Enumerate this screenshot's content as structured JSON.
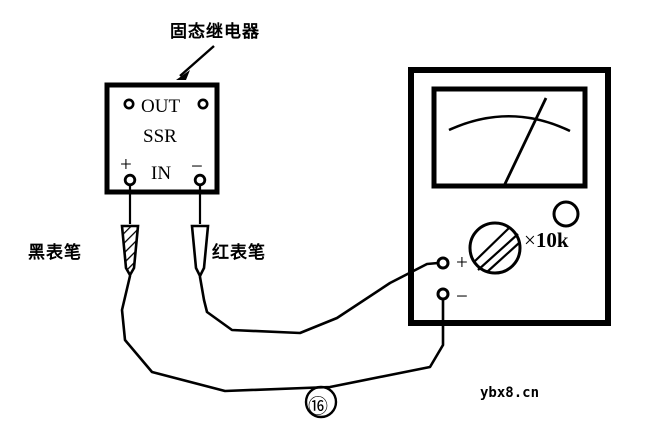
{
  "figure": {
    "title_cn": "固态继电器",
    "number": "⑯",
    "watermark": "ybx8.cn"
  },
  "ssr": {
    "out_label": "OUT",
    "body_label": "SSR",
    "in_label": "IN",
    "in_plus": "+",
    "in_minus": "−",
    "callout": "固态继电器"
  },
  "probes": {
    "black": {
      "label": "黑表笔",
      "style": "hatched"
    },
    "red": {
      "label": "红表笔",
      "style": "hollow"
    }
  },
  "meter": {
    "plus_terminal": "+",
    "minus_terminal": "−",
    "range_prefix": "×",
    "range_value": "10k",
    "range_label": "×10k"
  },
  "colors": {
    "ink": "#000000",
    "paper": "#ffffff"
  }
}
